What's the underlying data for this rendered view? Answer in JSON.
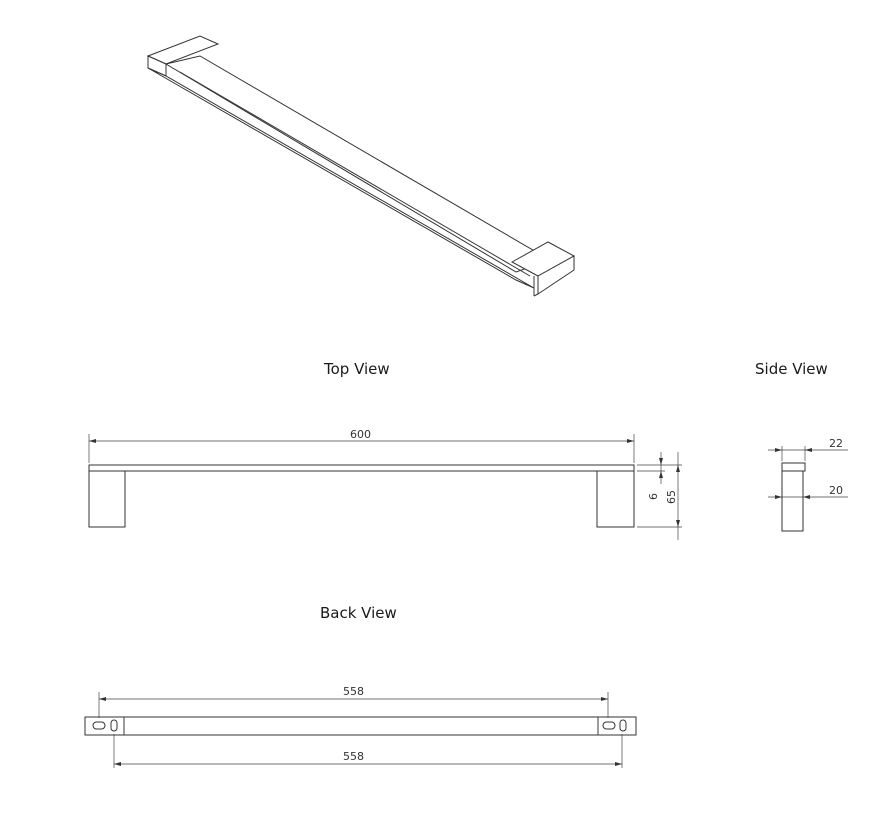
{
  "views": {
    "top": {
      "title": "Top View"
    },
    "side": {
      "title": "Side View"
    },
    "back": {
      "title": "Back View"
    }
  },
  "dimensions": {
    "overall_length": "600",
    "bar_thickness": "6",
    "projection": "65",
    "side_width_top": "22",
    "side_width_bottom": "20",
    "hole_centers_top": "558",
    "hole_centers_bottom": "558"
  }
}
